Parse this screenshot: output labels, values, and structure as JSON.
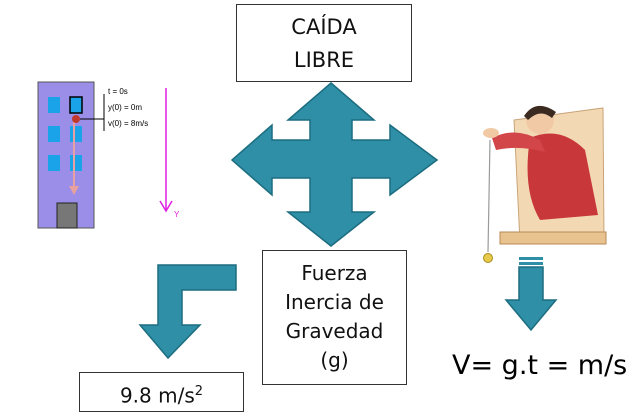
{
  "title": {
    "line1": "CAÍDA",
    "line2": "LIBRE"
  },
  "force": {
    "line1": "Fuerza",
    "line2": "Inercia de",
    "line3": "Gravedad",
    "line4": "(g)"
  },
  "gravity": {
    "value": "9.8 m/s",
    "exponent": "2"
  },
  "formula": "V= g.t = m/s",
  "building_labels": {
    "t": "t = 0s",
    "y0": "y(0) = 0m",
    "v0": "v(0) = 8m/s",
    "axis": "Y"
  },
  "colors": {
    "arrow": "#2e8fa6",
    "arrow_stroke": "#1d6d80",
    "building": "#9b8ee8",
    "window": "#1aa3e8",
    "axis": "#e020e0"
  }
}
